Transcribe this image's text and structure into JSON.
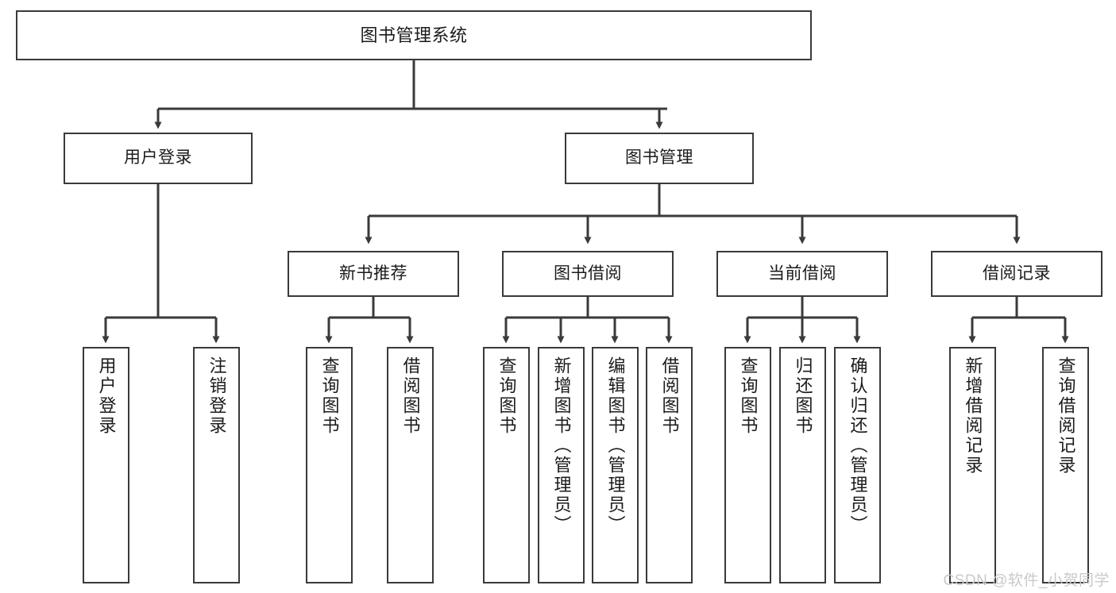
{
  "diagram": {
    "type": "tree-hierarchy",
    "title": "图书管理系统",
    "watermark": "CSDN @软件_小贺同学",
    "colors": {
      "box_border": "#3a3a3a",
      "box_fill": "#ffffff",
      "edge": "#3a3a3a",
      "text": "#1b1b1b",
      "watermark": "#c9c9c9"
    },
    "nodes": {
      "root": {
        "label": "图书管理系统",
        "level": 1,
        "orientation": "horizontal"
      },
      "l2": [
        {
          "id": "user-login",
          "label": "用户登录",
          "level": 2,
          "orientation": "horizontal"
        },
        {
          "id": "book-manage",
          "label": "图书管理",
          "level": 2,
          "orientation": "horizontal"
        }
      ],
      "l3": [
        {
          "id": "new-book-rec",
          "label": "新书推荐",
          "level": 3,
          "orientation": "horizontal",
          "parent": "book-manage"
        },
        {
          "id": "book-borrow",
          "label": "图书借阅",
          "level": 3,
          "orientation": "horizontal",
          "parent": "book-manage"
        },
        {
          "id": "current-borrow",
          "label": "当前借阅",
          "level": 3,
          "orientation": "horizontal",
          "parent": "book-manage"
        },
        {
          "id": "borrow-record",
          "label": "借阅记录",
          "level": 3,
          "orientation": "horizontal",
          "parent": "book-manage"
        }
      ],
      "leaves": [
        {
          "id": "leaf-user-login",
          "label": "用户登录",
          "parent": "user-login",
          "orientation": "vertical"
        },
        {
          "id": "leaf-user-logout",
          "label": "注销登录",
          "parent": "user-login",
          "orientation": "vertical"
        },
        {
          "id": "leaf-query-book-1",
          "label": "查询图书",
          "parent": "new-book-rec",
          "orientation": "vertical"
        },
        {
          "id": "leaf-borrow-book-1",
          "label": "借阅图书",
          "parent": "new-book-rec",
          "orientation": "vertical"
        },
        {
          "id": "leaf-query-book-2",
          "label": "查询图书",
          "parent": "book-borrow",
          "orientation": "vertical"
        },
        {
          "id": "leaf-add-book",
          "label": "新增图书（管理员）",
          "parent": "book-borrow",
          "orientation": "vertical"
        },
        {
          "id": "leaf-edit-book",
          "label": "编辑图书（管理员）",
          "parent": "book-borrow",
          "orientation": "vertical"
        },
        {
          "id": "leaf-borrow-book-2",
          "label": "借阅图书",
          "parent": "book-borrow",
          "orientation": "vertical"
        },
        {
          "id": "leaf-query-book-3",
          "label": "查询图书",
          "parent": "current-borrow",
          "orientation": "vertical"
        },
        {
          "id": "leaf-return-book",
          "label": "归还图书",
          "parent": "current-borrow",
          "orientation": "vertical"
        },
        {
          "id": "leaf-confirm-return",
          "label": "确认归还（管理员）",
          "parent": "current-borrow",
          "orientation": "vertical"
        },
        {
          "id": "leaf-add-record",
          "label": "新增借阅记录",
          "parent": "borrow-record",
          "orientation": "vertical"
        },
        {
          "id": "leaf-query-record",
          "label": "查询借阅记录",
          "parent": "borrow-record",
          "orientation": "vertical"
        }
      ]
    }
  }
}
